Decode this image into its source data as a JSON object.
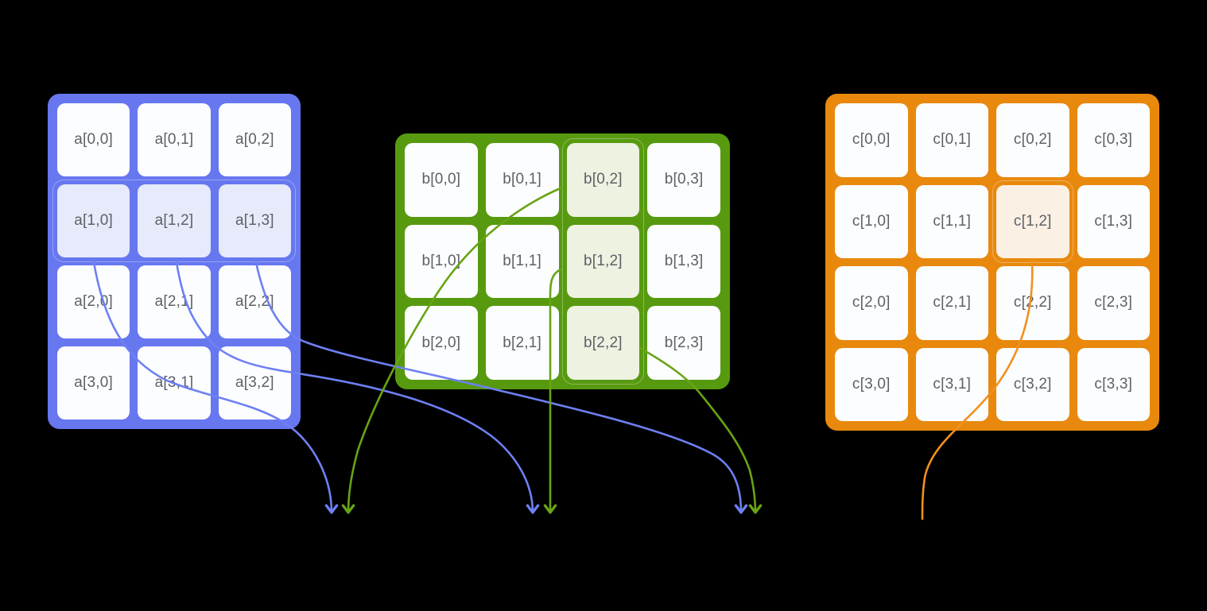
{
  "canvas": {
    "background": "#000000"
  },
  "matrices": [
    {
      "id": "a",
      "theme": {
        "frame": "#6777f0",
        "cell": "#fcfdff",
        "highlight": "#e6eafa",
        "text": "#5d6167"
      },
      "rows": [
        [
          "a[0,0]",
          "a[0,1]",
          "a[0,2]"
        ],
        [
          "a[1,0]",
          "a[1,2]",
          "a[1,3]"
        ],
        [
          "a[2,0]",
          "a[2,1]",
          "a[2,2]"
        ],
        [
          "a[3,0]",
          "a[3,1]",
          "a[3,2]"
        ]
      ],
      "highlight": {
        "type": "row",
        "row": 1
      }
    },
    {
      "id": "b",
      "theme": {
        "frame": "#579a10",
        "cell": "#fcfdff",
        "highlight": "#edf2e1",
        "text": "#5d6167"
      },
      "rows": [
        [
          "b[0,0]",
          "b[0,1]",
          "b[0,2]",
          "b[0,3]"
        ],
        [
          "b[1,0]",
          "b[1,1]",
          "b[1,2]",
          "b[1,3]"
        ],
        [
          "b[2,0]",
          "b[2,1]",
          "b[2,2]",
          "b[2,3]"
        ]
      ],
      "highlight": {
        "type": "column",
        "col": 2
      }
    },
    {
      "id": "c",
      "theme": {
        "frame": "#e8890e",
        "cell": "#fcfdff",
        "highlight": "#faf0e3",
        "text": "#5d6167"
      },
      "rows": [
        [
          "c[0,0]",
          "c[0,1]",
          "c[0,2]",
          "c[0,3]"
        ],
        [
          "c[1,0]",
          "c[1,1]",
          "c[1,2]",
          "c[1,3]"
        ],
        [
          "c[2,0]",
          "c[2,1]",
          "c[2,2]",
          "c[2,3]"
        ],
        [
          "c[3,0]",
          "c[3,1]",
          "c[3,2]",
          "c[3,3]"
        ]
      ],
      "highlight": {
        "type": "cell",
        "row": 1,
        "col": 2
      }
    }
  ],
  "connectors": {
    "blue": "#6e80f2",
    "green": "#68a414",
    "orange": "#f0901e"
  }
}
